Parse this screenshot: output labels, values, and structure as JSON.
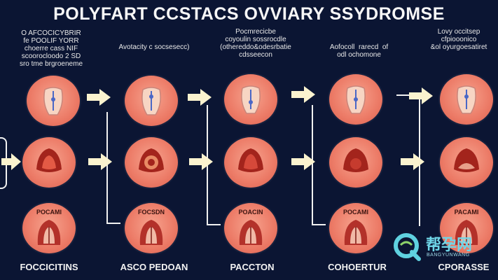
{
  "title": "POLYFART CCSTACS OVVIARY SSYDROMSE",
  "captions": [
    {
      "id": "c1",
      "text": "O AFCOCICYBRIR\nfe POOLIF YORR\nchoerre cass NIF\nscoorocloodo 2 SD\nsro tme brgroeneme"
    },
    {
      "id": "c2",
      "text": "Avotacity  c socsesecc)"
    },
    {
      "id": "c3",
      "text": "Pocmrecicbe\ncoyoulin sossrocdle\n(othereddo&odesrbatie\ncdsseecon"
    },
    {
      "id": "c4",
      "text": "Aofocoll  rarecd  of\nodl ochomone"
    },
    {
      "id": "c5",
      "text": "Lovy occitsep\ncfpiooonico\n&ol oyurgoesatiret"
    }
  ],
  "node_labels": {
    "r3c1": "POCAMI",
    "r3c2": "FOCSDN",
    "r3c3": "POACIN",
    "r3c4": "POCAMI",
    "r3c5": "PACAMI"
  },
  "bottom_labels": [
    "FOCCICITINS",
    "ASCO PEDOAN",
    "PACCTON",
    "COHOERTUR",
    "CPORASSE"
  ],
  "watermark": {
    "text": "帮孕网",
    "sub": "BANGYUNWANG"
  },
  "colors": {
    "background": "#0b1533",
    "node": "#ec7a66",
    "arrow": "#fbf3cf"
  }
}
